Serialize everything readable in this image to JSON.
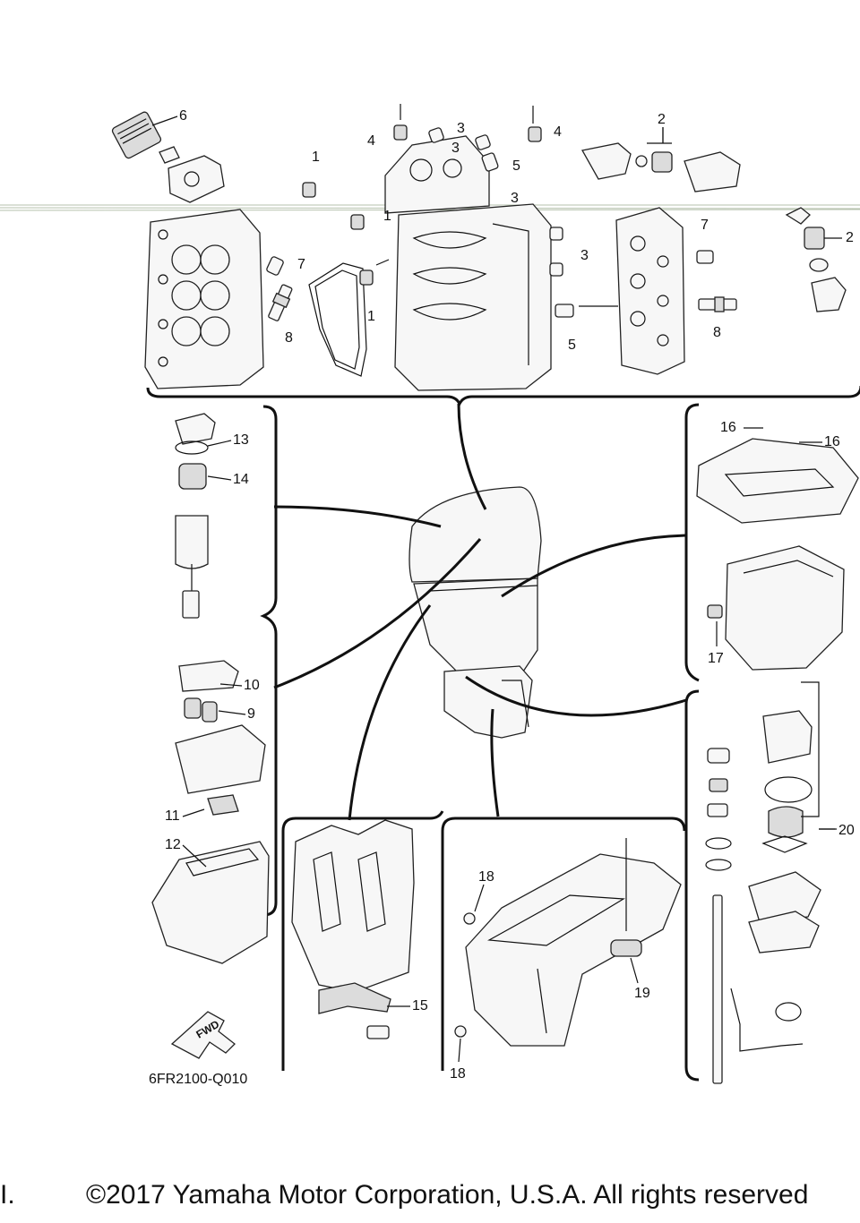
{
  "diagram_code": "6FR2100-Q010",
  "fwd_label": "FWD",
  "copyright_mark": "I.",
  "copyright_text": "©2017 Yamaha Motor Corporation, U.S.A. All rights reserved",
  "callouts": {
    "c1a": "1",
    "c1b": "1",
    "c1c": "1",
    "c2a": "2",
    "c2b": "2",
    "c3a": "3",
    "c3b": "3",
    "c3c": "3",
    "c3d": "3",
    "c4a": "4",
    "c4b": "4",
    "c5a": "5",
    "c5b": "5",
    "c6": "6",
    "c7a": "7",
    "c7b": "7",
    "c8a": "8",
    "c8b": "8",
    "c9": "9",
    "c10": "10",
    "c11": "11",
    "c12": "12",
    "c13": "13",
    "c14": "14",
    "c15": "15",
    "c16a": "16",
    "c16b": "16",
    "c17": "17",
    "c18a": "18",
    "c18b": "18",
    "c19": "19",
    "c20": "20"
  }
}
